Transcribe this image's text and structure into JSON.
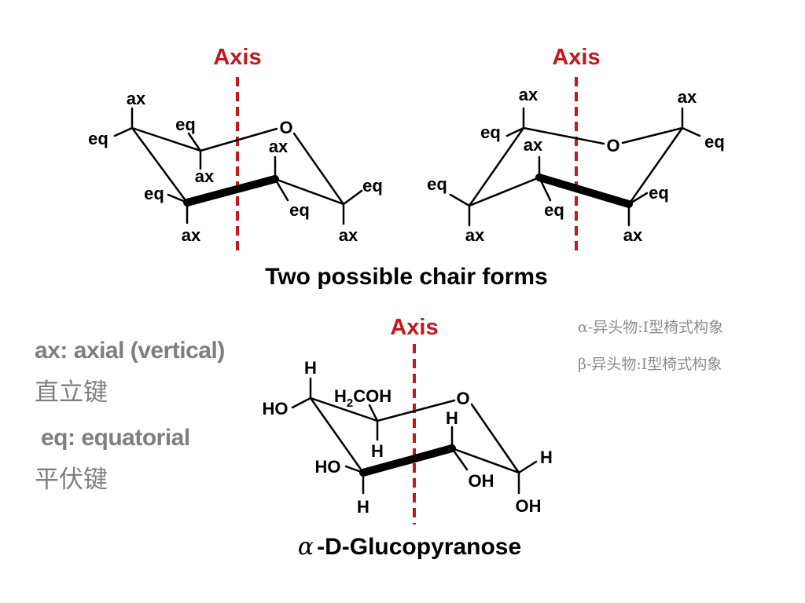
{
  "diagram": {
    "axis_label": "Axis",
    "axial": "ax",
    "equatorial": "eq",
    "ring_oxygen": "O",
    "caption_top": "Two possible chair forms",
    "caption_bottom_greek": "α",
    "caption_bottom_config": "-D-",
    "caption_bottom_name": "Glucopyranose",
    "groups": {
      "h": "H",
      "ho": "HO",
      "oh": "OH",
      "ch2oh_h2": "H",
      "ch2oh_sub": "2",
      "ch2oh_rest": "COH"
    }
  },
  "legend": {
    "axial_en": "ax: axial (vertical)",
    "axial_cn": "直立键",
    "equatorial_en": "eq: equatorial",
    "equatorial_cn": "平伏键"
  },
  "anomers": {
    "alpha": "α-异头物:I型椅式构象",
    "beta": "β-异头物:I型椅式构象"
  },
  "colors": {
    "axis": "#c4161c",
    "bond": "#000000",
    "legend_text": "#7f7f7f"
  }
}
